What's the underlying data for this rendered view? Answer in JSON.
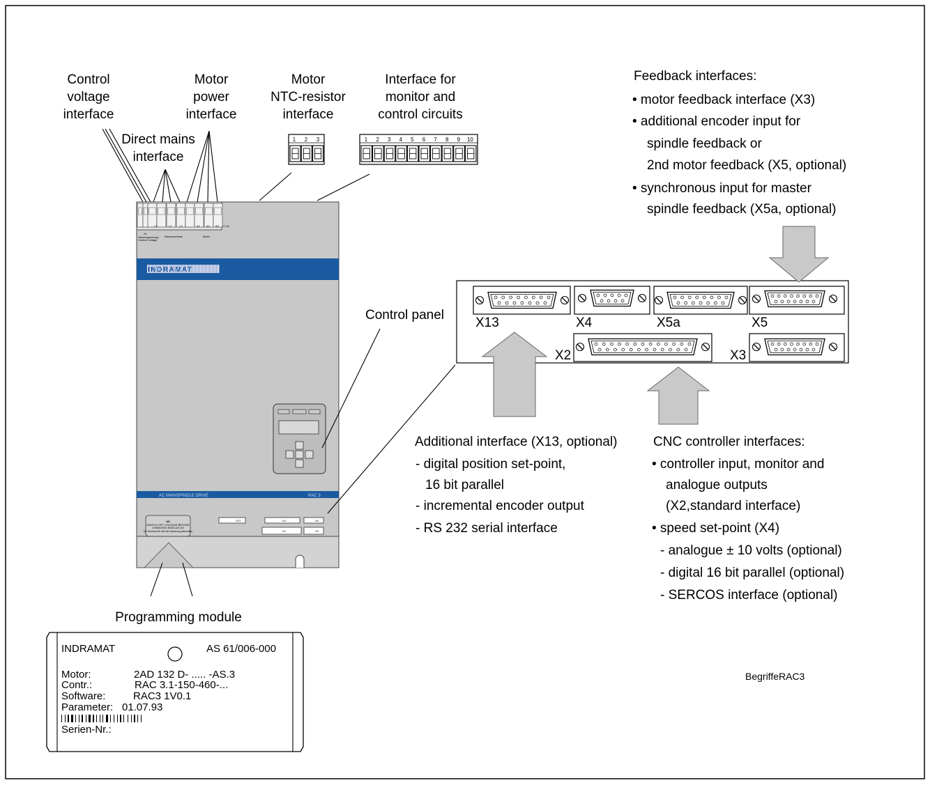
{
  "labels": {
    "control_voltage": [
      "Control",
      "voltage",
      "interface"
    ],
    "direct_mains": [
      "Direct mains",
      "interface"
    ],
    "motor_power": [
      "Motor",
      "power",
      "interface"
    ],
    "ntc": [
      "Motor",
      "NTC-resistor",
      "interface"
    ],
    "monitor_control": [
      "Interface for",
      "monitor and",
      "control circuits"
    ],
    "control_panel": "Control panel",
    "programming_module": "Programming module",
    "feedback": {
      "title": "Feedback interfaces:",
      "lines": [
        "• motor feedback interface (X3)",
        "• additional encoder input for",
        "spindle feedback or",
        "2nd motor feedback (X5, optional)",
        "• synchronous input for master",
        "spindle feedback (X5a, optional)"
      ]
    },
    "additional": {
      "title": "Additional interface (X13, optional)",
      "lines": [
        "- digital position set-point,",
        "16 bit parallel",
        "- incremental encoder output",
        "- RS 232 serial interface"
      ]
    },
    "cnc": {
      "title": "CNC controller interfaces:",
      "lines": [
        "• controller input, monitor and",
        "analogue outputs",
        "(X2,standard interface)",
        "• speed set-point (X4)",
        "- analogue ± 10 volts (optional)",
        "- digital 16 bit parallel (optional)",
        "- SERCOS interface (optional)"
      ]
    },
    "figure_id": "BegriffeRAC3"
  },
  "connectors": {
    "ntc_pins": [
      "1",
      "2",
      "3"
    ],
    "monitor_pins": [
      "1",
      "2",
      "3",
      "4",
      "5",
      "6",
      "7",
      "8",
      "9",
      "10"
    ],
    "ports": [
      "X13",
      "X4",
      "X5a",
      "X5",
      "X2",
      "X3"
    ]
  },
  "device": {
    "brand": "INDRAMAT",
    "band_left": "AC MAINSPINDLE DRIVE",
    "band_right": "RAC 3",
    "term_labels": [
      "L1",
      "L2",
      "L3",
      "A1",
      "A2",
      "A3",
      "X 1A"
    ],
    "term_sub": [
      "X1",
      "Steuerspannung",
      "Netzanschluss",
      "Motor"
    ],
    "term_sub2": "Control Voltage",
    "module_slot": [
      "AS",
      "SWITCH OFF VOLTAGE BEFORE",
      "CHANGING MODULE AS",
      "Vor Wechsel AS sind die Spannung abschalten"
    ],
    "bottom_ports": [
      "X13",
      "X4",
      "X5",
      "X2",
      "X3"
    ]
  },
  "card": {
    "brand": "INDRAMAT",
    "code": "AS 61/006-000",
    "rows": [
      {
        "key": "Motor:",
        "value": "2AD 132 D- ..... -AS.3"
      },
      {
        "key": "Contr.:",
        "value": "RAC 3.1-150-460-..."
      },
      {
        "key": "Software:",
        "value": "RAC3 1V0.1"
      },
      {
        "key": "Parameter:",
        "value": "01.07.93"
      }
    ],
    "serial_label": "Serien-Nr.:"
  }
}
